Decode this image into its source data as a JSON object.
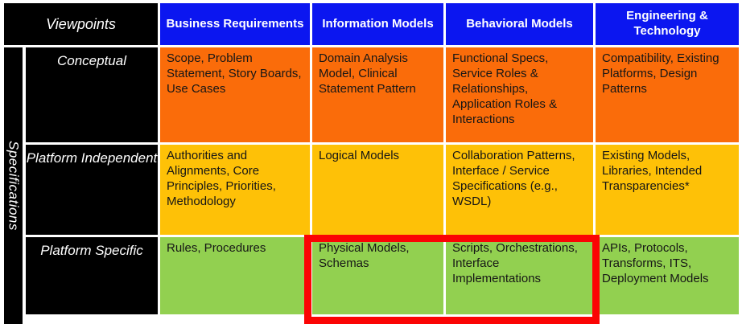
{
  "header": {
    "corner_label": "Viewpoints",
    "columns": [
      "Business Requirements",
      "Information Models",
      "Behavioral Models",
      "Engineering & Technology"
    ]
  },
  "side_label": "Specifications",
  "rows": [
    {
      "label": "Conceptual",
      "cells": [
        "Scope, Problem Statement, Story Boards, Use Cases",
        "Domain Analysis Model, Clinical Statement Pattern",
        "Functional Specs, Service Roles & Relationships, Application Roles & Interactions",
        "Compatibility, Existing Platforms, Design Patterns"
      ]
    },
    {
      "label": "Platform Independent",
      "cells": [
        "Authorities and Alignments,  Core Principles, Priorities, Methodology",
        "Logical Models",
        "Collaboration Patterns, Interface / Service Specifications  (e.g., WSDL)",
        "Existing Models, Libraries, Intended Transparencies*"
      ]
    },
    {
      "label": "Platform Specific",
      "cells": [
        "Rules, Procedures",
        "Physical Models, Schemas",
        "Scripts, Orchestrations, Interface Implementations",
        "APIs, Protocols, Transforms, ITS, Deployment Models"
      ]
    }
  ],
  "highlight": {
    "shape": "rectangle",
    "color": "#fb0404",
    "covers": [
      "Physical Models, Schemas",
      "Scripts, Orchestrations, Interface Implementations"
    ]
  },
  "colors": {
    "header_blue": "#0b16f0",
    "row_conceptual_orange": "#fa6c0a",
    "row_independent_yellow": "#fec107",
    "row_specific_green": "#92d050",
    "label_black": "#000000",
    "highlight_red": "#fb0404"
  }
}
